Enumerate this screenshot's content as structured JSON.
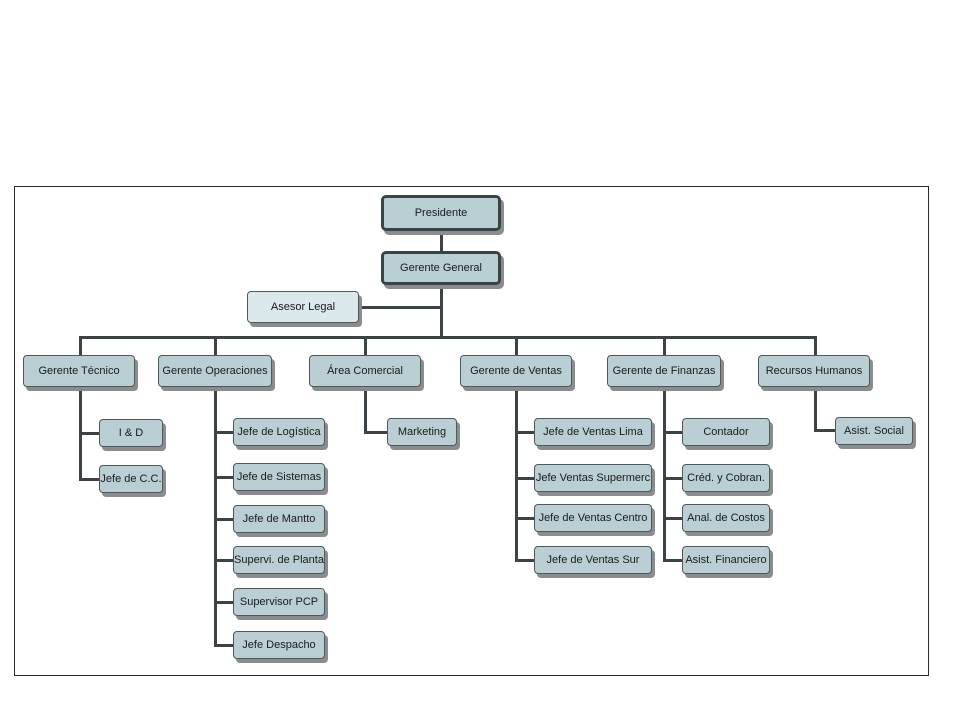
{
  "org_chart": {
    "president": "Presidente",
    "general_manager": "Gerente General",
    "advisor": "Asesor Legal",
    "departments": [
      {
        "label": "Gerente Técnico",
        "children": [
          "I & D",
          "Jefe de C.C."
        ]
      },
      {
        "label": "Gerente Operaciones",
        "children": [
          "Jefe de Logística",
          "Jefe de Sistemas",
          "Jefe de Mantto",
          "Supervi. de Planta",
          "Supervisor PCP",
          "Jefe Despacho"
        ]
      },
      {
        "label": "Área Comercial",
        "children": [
          "Marketing"
        ]
      },
      {
        "label": "Gerente de Ventas",
        "children": [
          "Jefe de Ventas Lima",
          "Jefe Ventas Supermerc",
          "Jefe de Ventas Centro",
          "Jefe de Ventas Sur"
        ]
      },
      {
        "label": "Gerente de Finanzas",
        "children": [
          "Contador",
          "Créd. y Cobran.",
          "Anal. de Costos",
          "Asist. Financiero"
        ]
      },
      {
        "label": "Recursos Humanos",
        "children": [
          "Asist. Social"
        ]
      }
    ]
  }
}
